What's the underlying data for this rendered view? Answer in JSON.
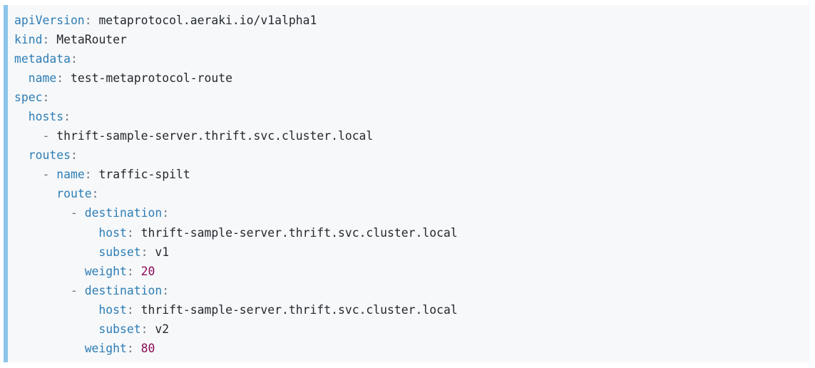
{
  "code": {
    "colors": {
      "background": "#f6f8fa",
      "left_border": "#8bc4ea",
      "key": "#2e7db5",
      "punctuation": "#6a737d",
      "string": "#24292e",
      "number": "#8b0b57"
    },
    "lines": [
      {
        "indent": "",
        "dash": false,
        "key": "apiVersion",
        "value": "metaprotocol.aeraki.io/v1alpha1",
        "value_type": "str"
      },
      {
        "indent": "",
        "dash": false,
        "key": "kind",
        "value": "MetaRouter",
        "value_type": "str"
      },
      {
        "indent": "",
        "dash": false,
        "key": "metadata",
        "value": "",
        "value_type": "str"
      },
      {
        "indent": "  ",
        "dash": false,
        "key": "name",
        "value": "test-metaprotocol-route",
        "value_type": "str"
      },
      {
        "indent": "",
        "dash": false,
        "key": "spec",
        "value": "",
        "value_type": "str"
      },
      {
        "indent": "  ",
        "dash": false,
        "key": "hosts",
        "value": "",
        "value_type": "str"
      },
      {
        "indent": "    ",
        "dash": true,
        "key": "",
        "value": "thrift-sample-server.thrift.svc.cluster.local",
        "value_type": "str"
      },
      {
        "indent": "  ",
        "dash": false,
        "key": "routes",
        "value": "",
        "value_type": "str"
      },
      {
        "indent": "    ",
        "dash": true,
        "key": "name",
        "value": "traffic-spilt",
        "value_type": "str"
      },
      {
        "indent": "      ",
        "dash": false,
        "key": "route",
        "value": "",
        "value_type": "str"
      },
      {
        "indent": "        ",
        "dash": true,
        "key": "destination",
        "value": "",
        "value_type": "str"
      },
      {
        "indent": "            ",
        "dash": false,
        "key": "host",
        "value": "thrift-sample-server.thrift.svc.cluster.local",
        "value_type": "str"
      },
      {
        "indent": "            ",
        "dash": false,
        "key": "subset",
        "value": "v1",
        "value_type": "str"
      },
      {
        "indent": "          ",
        "dash": false,
        "key": "weight",
        "value": "20",
        "value_type": "num"
      },
      {
        "indent": "        ",
        "dash": true,
        "key": "destination",
        "value": "",
        "value_type": "str"
      },
      {
        "indent": "            ",
        "dash": false,
        "key": "host",
        "value": "thrift-sample-server.thrift.svc.cluster.local",
        "value_type": "str"
      },
      {
        "indent": "            ",
        "dash": false,
        "key": "subset",
        "value": "v2",
        "value_type": "str"
      },
      {
        "indent": "          ",
        "dash": false,
        "key": "weight",
        "value": "80",
        "value_type": "num"
      }
    ]
  }
}
